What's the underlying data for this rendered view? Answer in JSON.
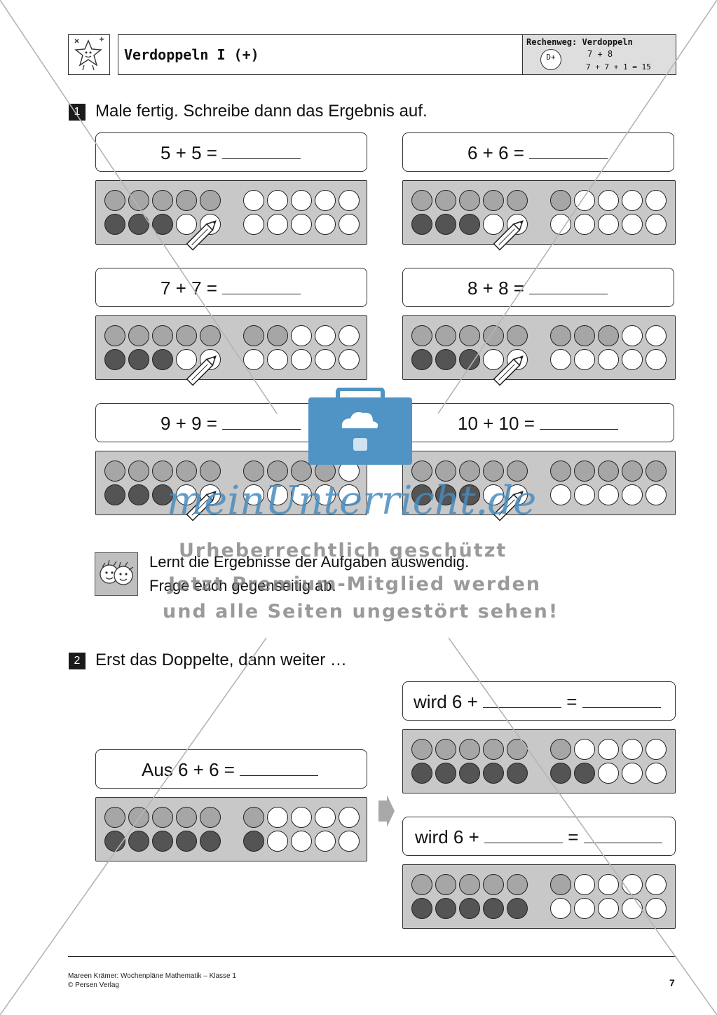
{
  "header": {
    "title": "Verdoppeln I (+)",
    "rechenweg_label": "Rechenweg: Verdoppeln",
    "badge": "D+",
    "example_line1": "7 + 8",
    "example_line2": "7 + 7 + 1 = 15"
  },
  "task1": {
    "number": "1",
    "instruction": "Male fertig. Schreibe dann das Ergebnis auf.",
    "items": [
      {
        "equation": "5 + 5 =",
        "top": [
          1,
          1,
          1,
          1,
          1,
          0,
          0,
          0,
          0,
          0
        ],
        "bottom": [
          2,
          2,
          2,
          0,
          0,
          0,
          0,
          0,
          0,
          0
        ]
      },
      {
        "equation": "6 + 6 =",
        "top": [
          1,
          1,
          1,
          1,
          1,
          1,
          0,
          0,
          0,
          0
        ],
        "bottom": [
          2,
          2,
          2,
          0,
          0,
          0,
          0,
          0,
          0,
          0
        ]
      },
      {
        "equation": "7 + 7 =",
        "top": [
          1,
          1,
          1,
          1,
          1,
          1,
          1,
          0,
          0,
          0
        ],
        "bottom": [
          2,
          2,
          2,
          0,
          0,
          0,
          0,
          0,
          0,
          0
        ]
      },
      {
        "equation": "8 + 8 =",
        "top": [
          1,
          1,
          1,
          1,
          1,
          1,
          1,
          1,
          0,
          0
        ],
        "bottom": [
          2,
          2,
          2,
          0,
          0,
          0,
          0,
          0,
          0,
          0
        ]
      },
      {
        "equation": "9 + 9 =",
        "top": [
          1,
          1,
          1,
          1,
          1,
          1,
          1,
          1,
          1,
          0
        ],
        "bottom": [
          2,
          2,
          2,
          0,
          0,
          0,
          0,
          0,
          0,
          0
        ]
      },
      {
        "equation": "10 + 10 =",
        "top": [
          1,
          1,
          1,
          1,
          1,
          1,
          1,
          1,
          1,
          1
        ],
        "bottom": [
          2,
          2,
          2,
          0,
          0,
          0,
          0,
          0,
          0,
          0
        ]
      }
    ],
    "partner_line1": "Lernt die Ergebnisse der Aufgaben auswendig.",
    "partner_line2": "Frage euch gegenseitig ab."
  },
  "task2": {
    "number": "2",
    "instruction": "Erst das Doppelte, dann weiter …",
    "start": {
      "prefix": "Aus 6 + 6 =",
      "top": [
        1,
        1,
        1,
        1,
        1,
        1,
        0,
        0,
        0,
        0
      ],
      "bottom": [
        2,
        2,
        2,
        2,
        2,
        2,
        0,
        0,
        0,
        0
      ]
    },
    "results": [
      {
        "prefix": "wird 6 +",
        "equals": "=",
        "top": [
          1,
          1,
          1,
          1,
          1,
          1,
          0,
          0,
          0,
          0
        ],
        "bottom": [
          2,
          2,
          2,
          2,
          2,
          2,
          2,
          0,
          0,
          0
        ]
      },
      {
        "prefix": "wird 6 +",
        "equals": "=",
        "top": [
          1,
          1,
          1,
          1,
          1,
          1,
          0,
          0,
          0,
          0
        ],
        "bottom": [
          2,
          2,
          2,
          2,
          2,
          0,
          0,
          0,
          0,
          0
        ]
      }
    ]
  },
  "watermark": {
    "brand": "meinUnterricht.de",
    "line1": "Urheberrechtlich geschützt",
    "line2": "Jetzt Premium-Mitglied werden",
    "line3": "und alle Seiten ungestört sehen!"
  },
  "footer": {
    "credit": "Mareen Krämer: Wochenpläne Mathematik – Klasse 1",
    "publisher": "© Persen Verlag",
    "page": "7"
  }
}
